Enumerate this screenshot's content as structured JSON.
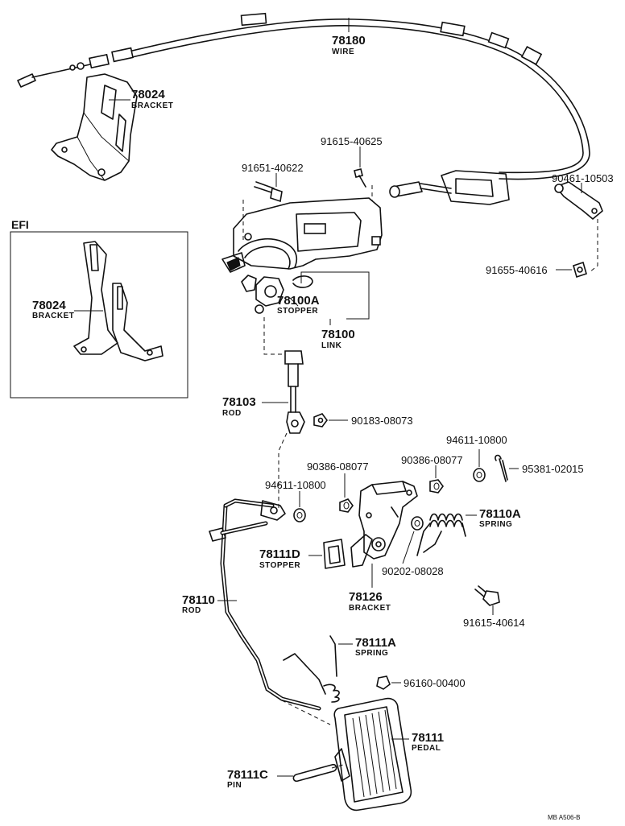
{
  "efi_box": {
    "label": "EFI"
  },
  "labels": {
    "wire": {
      "number": "78180",
      "name": "WIRE"
    },
    "bracket_top": {
      "number": "78024",
      "name": "BRACKET"
    },
    "bracket_efi": {
      "number": "78024",
      "name": "BRACKET"
    },
    "p91615_40625": {
      "number": "91615-40625"
    },
    "p91651_40622": {
      "number": "91651-40622"
    },
    "p90461_10503": {
      "number": "90461-10503"
    },
    "p91655_40616": {
      "number": "91655-40616"
    },
    "stopper_a": {
      "number": "78100A",
      "name": "STOPPER"
    },
    "link": {
      "number": "78100",
      "name": "LINK"
    },
    "rod_upper": {
      "number": "78103",
      "name": "ROD"
    },
    "p90183_08073": {
      "number": "90183-08073"
    },
    "p94611_10800_r": {
      "number": "94611-10800"
    },
    "p90386_08077_r": {
      "number": "90386-08077"
    },
    "p90386_08077_l": {
      "number": "90386-08077"
    },
    "p95381_02015": {
      "number": "95381-02015"
    },
    "p94611_10800_l": {
      "number": "94611-10800"
    },
    "spring_a": {
      "number": "78110A",
      "name": "SPRING"
    },
    "stopper_d": {
      "number": "78111D",
      "name": "STOPPER"
    },
    "p90202_08028": {
      "number": "90202-08028"
    },
    "bracket_low": {
      "number": "78126",
      "name": "BRACKET"
    },
    "rod_lower": {
      "number": "78110",
      "name": "ROD"
    },
    "p91615_40614": {
      "number": "91615-40614"
    },
    "spring_pedal": {
      "number": "78111A",
      "name": "SPRING"
    },
    "p96160_00400": {
      "number": "96160-00400"
    },
    "pedal": {
      "number": "78111",
      "name": "PEDAL"
    },
    "pin": {
      "number": "78111C",
      "name": "PIN"
    }
  },
  "drawing_ref": "MB A506-B"
}
